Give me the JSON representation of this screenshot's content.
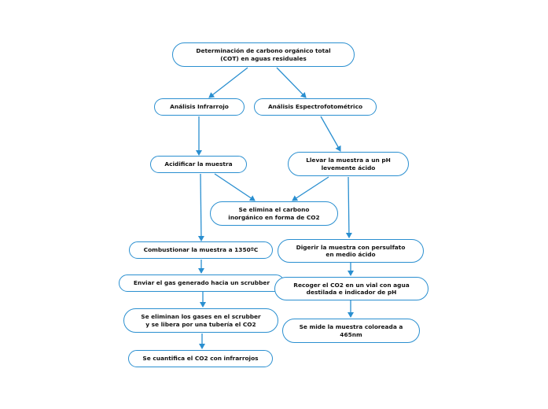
{
  "nodes": {
    "cot": {
      "label": "Determinación de carbono orgánico total\n(COT) en aguas residuales"
    },
    "infrarrojo": {
      "label": "Análisis Infrarrojo"
    },
    "espectro": {
      "label": "Análisis Espectrofotométrico"
    },
    "acidificar": {
      "label": "Acidificar la muestra"
    },
    "llevar": {
      "label": "Llevar la muestra a un pH\nlevemente ácido"
    },
    "elimina": {
      "label": "Se elimina el carbono\ninorgánico en forma de CO2"
    },
    "combustionar": {
      "label": "Combustionar la muestra a 1350ºC"
    },
    "digerir": {
      "label": "Digerir la muestra con persulfato\nen medio ácido"
    },
    "enviar": {
      "label": "Enviar el gas generado hacia un scrubber"
    },
    "recoger": {
      "label": "Recoger el CO2 en un vial con agua\ndestilada e indicador de pH"
    },
    "eliminan": {
      "label": "Se eliminan los gases en el scrubber\ny se libera por una tubería el CO2"
    },
    "mide": {
      "label": "Se mide la muestra coloreada a\n465nm"
    },
    "cuantifica": {
      "label": "Se cuantifica el CO2 con infrarrojos"
    }
  },
  "colors": {
    "border": "#2a8fd0",
    "arrow": "#2a8fd0",
    "text": "#111111"
  }
}
